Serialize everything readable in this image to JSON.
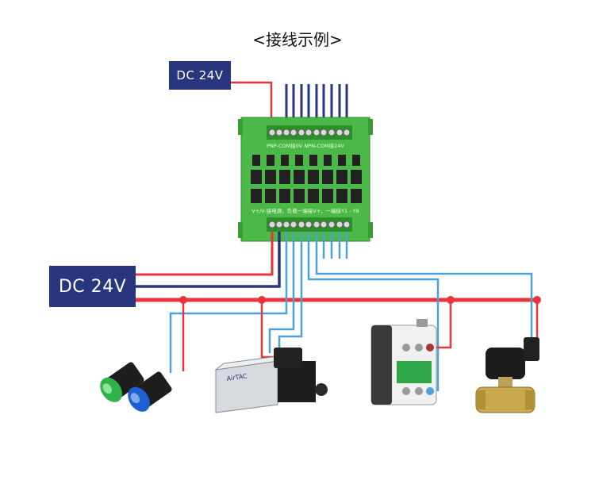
{
  "title": "<接线示例>",
  "power_top": {
    "label": "DC 24V"
  },
  "power_left": {
    "label": "DC 24V"
  },
  "board": {
    "top_label": "PNP-COM接0V  NPN-COM接24V",
    "bottom_label": "V+/V-接电源，负载一端接V+，一端接Y1 - Y8"
  },
  "colors": {
    "positive_wire": "#e8343a",
    "negative_wire": "#27367e",
    "signal_wire": "#4aa3d8",
    "board": "#4cb848",
    "power_box": "#27367e"
  },
  "devices": [
    {
      "name": "indicator-lamps",
      "icon": "lamp-icon"
    },
    {
      "name": "solenoid-valve",
      "icon": "valve-icon",
      "brand_text": "AirTAC"
    },
    {
      "name": "contactor",
      "icon": "contactor-icon"
    },
    {
      "name": "water-valve",
      "icon": "brass-valve-icon"
    }
  ]
}
